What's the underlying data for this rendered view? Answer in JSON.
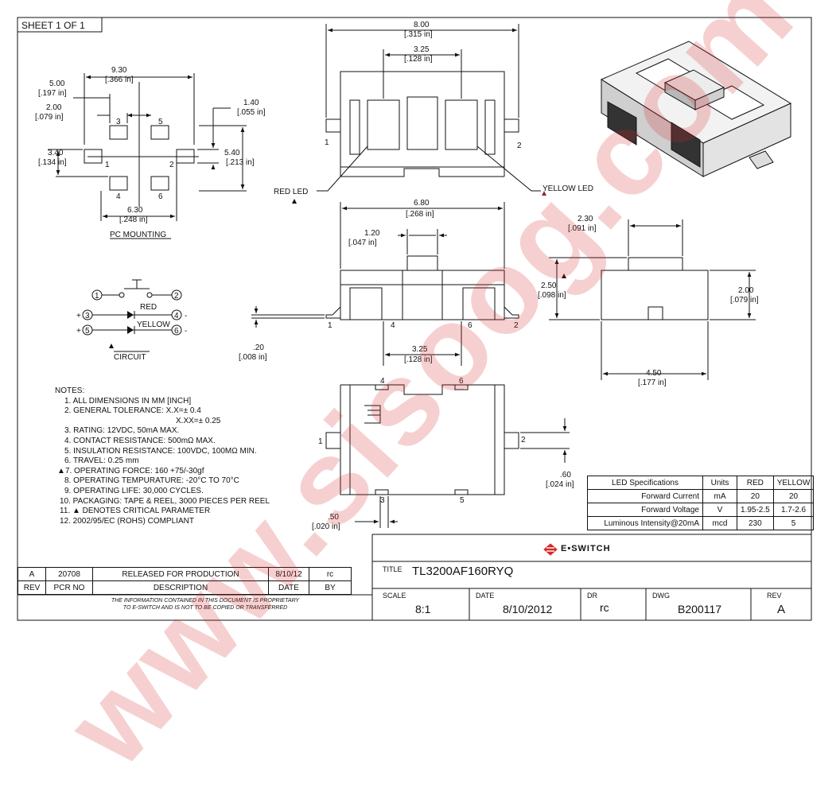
{
  "sheet": "SHEET 1 OF 1",
  "pc_mounting": {
    "title": "PC MOUNTING",
    "dims": [
      "9.30",
      "[.366 in]",
      "5.00",
      "[.197 in]",
      "2.00",
      "[.079 in]",
      "1.40",
      "[.055 in]",
      "3.40",
      "[.134 in]",
      "5.40",
      "[.213 in]",
      "6.30",
      "[.248 in]"
    ],
    "pads": [
      "3",
      "5",
      "1",
      "2",
      "4",
      "6"
    ]
  },
  "top_view": {
    "dims": [
      "8.00",
      "[.315 in]",
      "3.25",
      "[.128 in]"
    ],
    "pins": [
      "1",
      "2"
    ],
    "red_led": "RED LED",
    "yellow_led": "YELLOW LED"
  },
  "front_view": {
    "dims": [
      "6.80",
      "[.268 in]",
      "1.20",
      "[.047 in]",
      ".20",
      "[.008 in]",
      "3.25",
      "[.128 in]"
    ],
    "pins": [
      "1",
      "4",
      "6",
      "2"
    ]
  },
  "side_view": {
    "dims": [
      "2.30",
      "[.091 in]",
      "2.50",
      "[.098 in]",
      "2.00",
      "[.079 in]",
      "4.50",
      "[.177 in]"
    ]
  },
  "bottom_view": {
    "dims": [
      ".60",
      "[.024 in]",
      ".50",
      "[.020 in]"
    ],
    "pins": [
      "4",
      "6",
      "1",
      "2",
      "3",
      "5"
    ]
  },
  "circuit": {
    "title": "CIRCUIT",
    "nodes": [
      "1",
      "2",
      "3",
      "4",
      "5",
      "6"
    ],
    "red": "RED",
    "yellow": "YELLOW",
    "plus": "+",
    "minus": "-"
  },
  "notes": {
    "heading": "NOTES:",
    "lines": [
      "1. ALL DIMENSIONS IN MM [INCH]",
      "2. GENERAL TOLERANCE: X.X=± 0.4",
      "X.XX=± 0.25",
      "3. RATING: 12VDC, 50mA MAX.",
      "4. CONTACT RESISTANCE: 500mΩ MAX.",
      "5. INSULATION RESISTANCE: 100VDC, 100MΩ  MIN.",
      "6. TRAVEL: 0.25 mm",
      "7. OPERATING FORCE: 160 +75/-30gf",
      "8. OPERATING TEMPURATURE: -20°C TO 70°C",
      "9. OPERATING LIFE: 30,000 CYCLES.",
      "10. PACKAGING: TAPE & REEL, 3000 PIECES PER REEL",
      "11. ▲ DENOTES CRITICAL PARAMETER",
      "12. 2002/95/EC (ROHS) COMPLIANT"
    ]
  },
  "led_table": {
    "headers": [
      "LED Specifications",
      "Units",
      "RED",
      "YELLOW"
    ],
    "rows": [
      [
        "Forward Current",
        "mA",
        "20",
        "20"
      ],
      [
        "Forward Voltage",
        "V",
        "1.95-2.5",
        "1.7-2.6"
      ],
      [
        "Luminous Intensity@20mA",
        "mcd",
        "230",
        "5"
      ]
    ]
  },
  "revision": {
    "row": [
      "A",
      "20708",
      "RELEASED FOR PRODUCTION",
      "8/10/12",
      "rc"
    ],
    "headers": [
      "REV",
      "PCR NO",
      "DESCRIPTION",
      "DATE",
      "BY"
    ],
    "disclaimer1": "THE INFORMATION CONTAINED IN THIS DOCUMENT IS PROPRIETARY",
    "disclaimer2": "TO E-SWITCH AND IS NOT TO BE COPIED OR TRANSFERRED"
  },
  "title_block": {
    "brand": "E•SWITCH",
    "title_label": "TITLE",
    "title": "TL3200AF160RYQ",
    "scale_label": "SCALE",
    "scale": "8:1",
    "date_label": "DATE",
    "date": "8/10/2012",
    "dr_label": "DR",
    "dr": "rc",
    "dwg_label": "DWG",
    "dwg": "B200117",
    "rev_label": "REV",
    "rev": "A"
  },
  "watermark": "www.sisoog.com",
  "colors": {
    "line": "#111111",
    "watermark": "#d62828",
    "led_dark": "#333333"
  }
}
